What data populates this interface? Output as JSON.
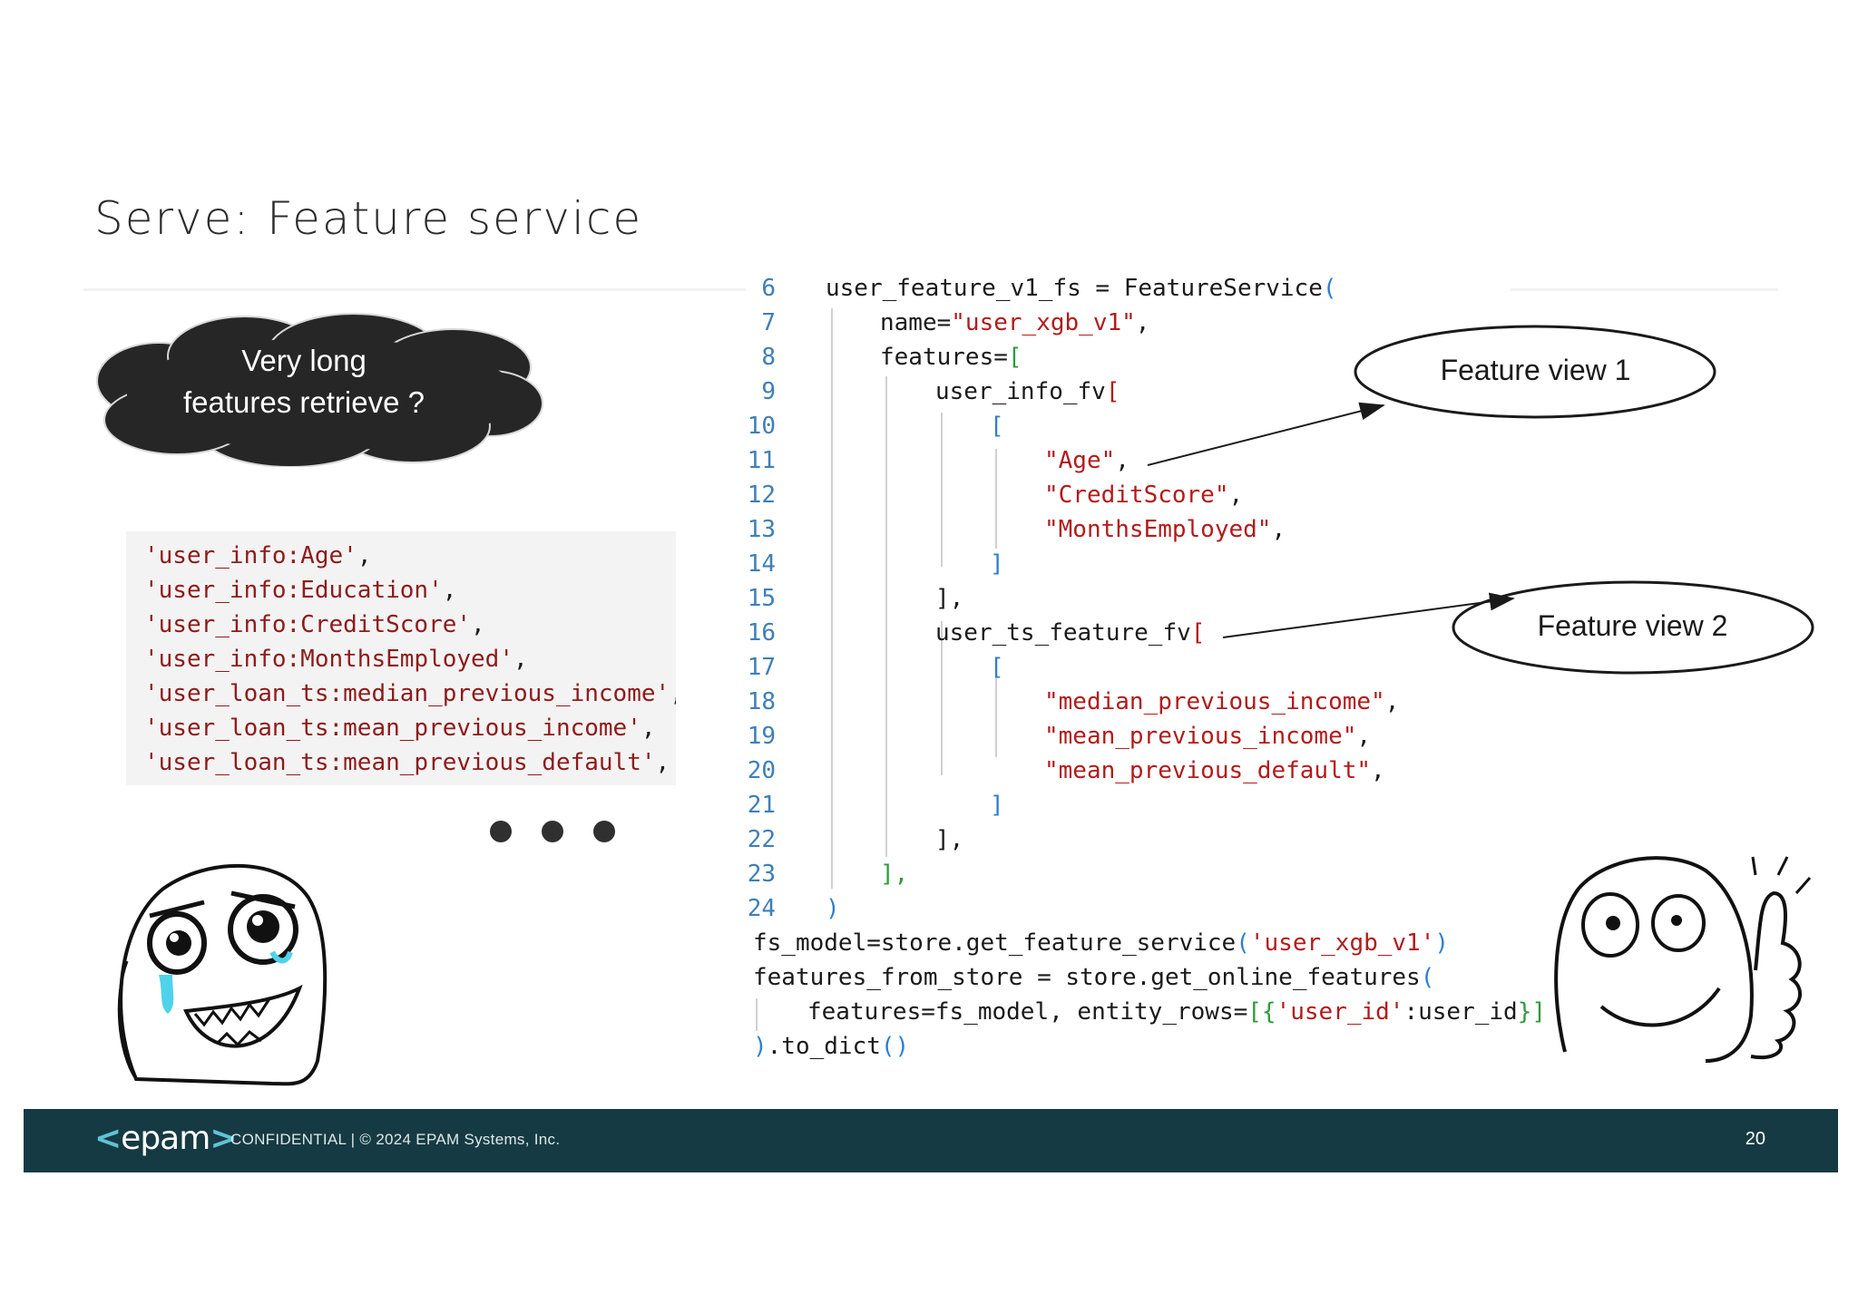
{
  "slide": {
    "title": "Serve: Feature service",
    "page_number": "20"
  },
  "cloud": {
    "line1": "Very long",
    "line2": "features retrieve ?"
  },
  "feature_list": [
    "'user_info:Age'",
    "'user_info:Education'",
    "'user_info:CreditScore'",
    "'user_info:MonthsEmployed'",
    "'user_loan_ts:median_previous_income'",
    "'user_loan_ts:mean_previous_income'",
    "'user_loan_ts:mean_previous_default'"
  ],
  "feature_list_comma": ",",
  "code": {
    "line_numbers": [
      "6",
      "7",
      "8",
      "9",
      "10",
      "11",
      "12",
      "13",
      "14",
      "15",
      "16",
      "17",
      "18",
      "19",
      "20",
      "21",
      "22",
      "23",
      "24"
    ],
    "l6_a": "user_feature_v1_fs = FeatureService",
    "l6_b": "(",
    "l7_a": "name=",
    "l7_b": "\"user_xgb_v1\"",
    "l7_c": ",",
    "l8_a": "features=",
    "l8_b": "[",
    "l9_a": "user_info_fv",
    "l9_b": "[",
    "l10": "[",
    "l11_a": "\"Age\"",
    "l11_b": ",",
    "l12_a": "\"CreditScore\"",
    "l12_b": ",",
    "l13_a": "\"MonthsEmployed\"",
    "l13_b": ",",
    "l14": "]",
    "l15": "],",
    "l16_a": "user_ts_feature_fv",
    "l16_b": "[",
    "l17": "[",
    "l18_a": "\"median_previous_income\"",
    "l18_b": ",",
    "l19_a": "\"mean_previous_income\"",
    "l19_b": ",",
    "l20_a": "\"mean_previous_default\"",
    "l20_b": ",",
    "l21": "]",
    "l22": "],",
    "l23": "],",
    "l24": ")"
  },
  "bottom_code": {
    "b1_a": "fs_model=store.get_feature_service",
    "b1_b": "(",
    "b1_c": "'user_xgb_v1'",
    "b1_d": ")",
    "b2_a": "features_from_store = store.get_online_features",
    "b2_b": "(",
    "b3_a": "features=fs_model, entity_rows=",
    "b3_b": "[{",
    "b3_c": "'user_id'",
    "b3_d": ":user_id",
    "b3_e": "}]",
    "b4_a": ")",
    "b4_b": ".to_dict",
    "b4_c": "()"
  },
  "callouts": {
    "view1": "Feature view  1",
    "view2": "Feature view  2"
  },
  "footer": {
    "logo_left": "<",
    "logo_word": "epam",
    "logo_right": ">",
    "text": "CONFIDENTIAL  |  © 2024 EPAM Systems, Inc."
  },
  "colors": {
    "footer_bg": "#163a43",
    "string_red": "#b31b1b",
    "line_number_blue": "#3e7fb8",
    "bracket_blue": "#2f7fd0",
    "bracket_green": "#2e9b3c"
  },
  "icons": [
    "thought-cloud-icon",
    "happy-crying-face-icon",
    "thumbs-up-face-icon",
    "ellipsis-icon"
  ]
}
